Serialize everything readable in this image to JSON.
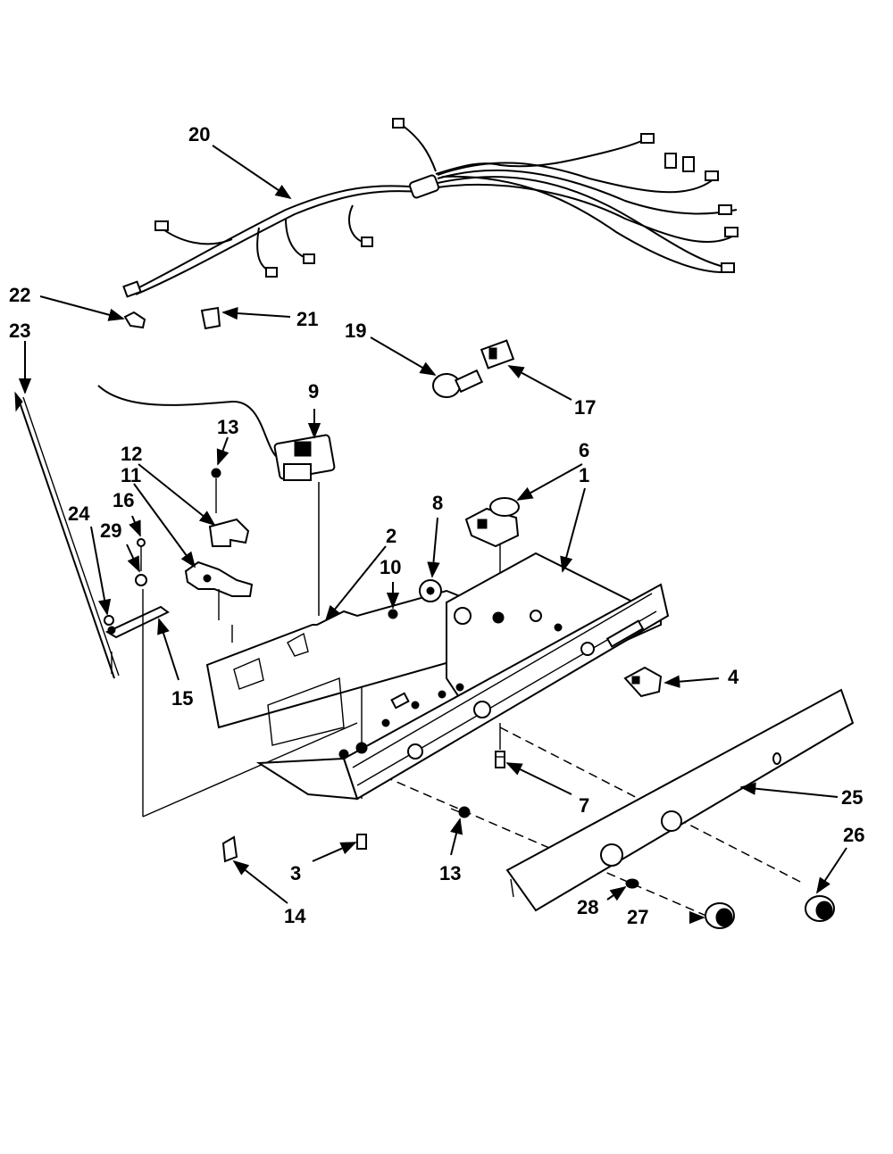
{
  "callouts": {
    "c1": "1",
    "c2": "2",
    "c3": "3",
    "c4": "4",
    "c6": "6",
    "c7": "7",
    "c8": "8",
    "c9": "9",
    "c10": "10",
    "c11": "11",
    "c12": "12",
    "c13a": "13",
    "c13b": "13",
    "c14": "14",
    "c15": "15",
    "c16": "16",
    "c17": "17",
    "c19": "19",
    "c20": "20",
    "c21": "21",
    "c22": "22",
    "c23": "23",
    "c24": "24",
    "c25": "25",
    "c26": "26",
    "c27": "27",
    "c28": "28",
    "c29": "29"
  }
}
